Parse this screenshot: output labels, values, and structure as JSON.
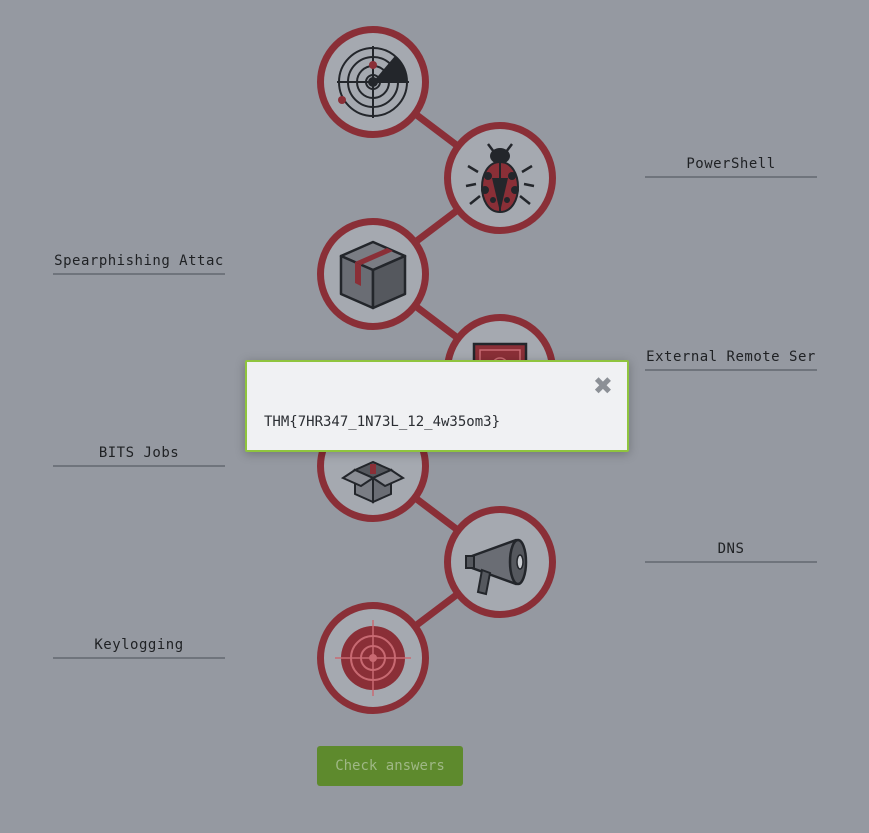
{
  "answers": {
    "slot1": "PowerShell",
    "slot2": "Spearphishing Attac",
    "slot3": "External Remote Ser",
    "slot4": "BITS Jobs",
    "slot5": "DNS",
    "slot6": "Keylogging"
  },
  "icons": [
    "radar-icon",
    "ladybug-icon",
    "package-icon",
    "document-icon",
    "open-box-icon",
    "megaphone-icon",
    "target-icon"
  ],
  "modal": {
    "flag_text": "THM{7HR347_1N73L_12_4w35om3}",
    "close_glyph": "✖"
  },
  "check_button": {
    "label": "Check answers"
  },
  "colors": {
    "background": "#9599a1",
    "ring": "#8a2f37",
    "modal_border": "#8fc43e",
    "button": "#5e8a2d"
  }
}
